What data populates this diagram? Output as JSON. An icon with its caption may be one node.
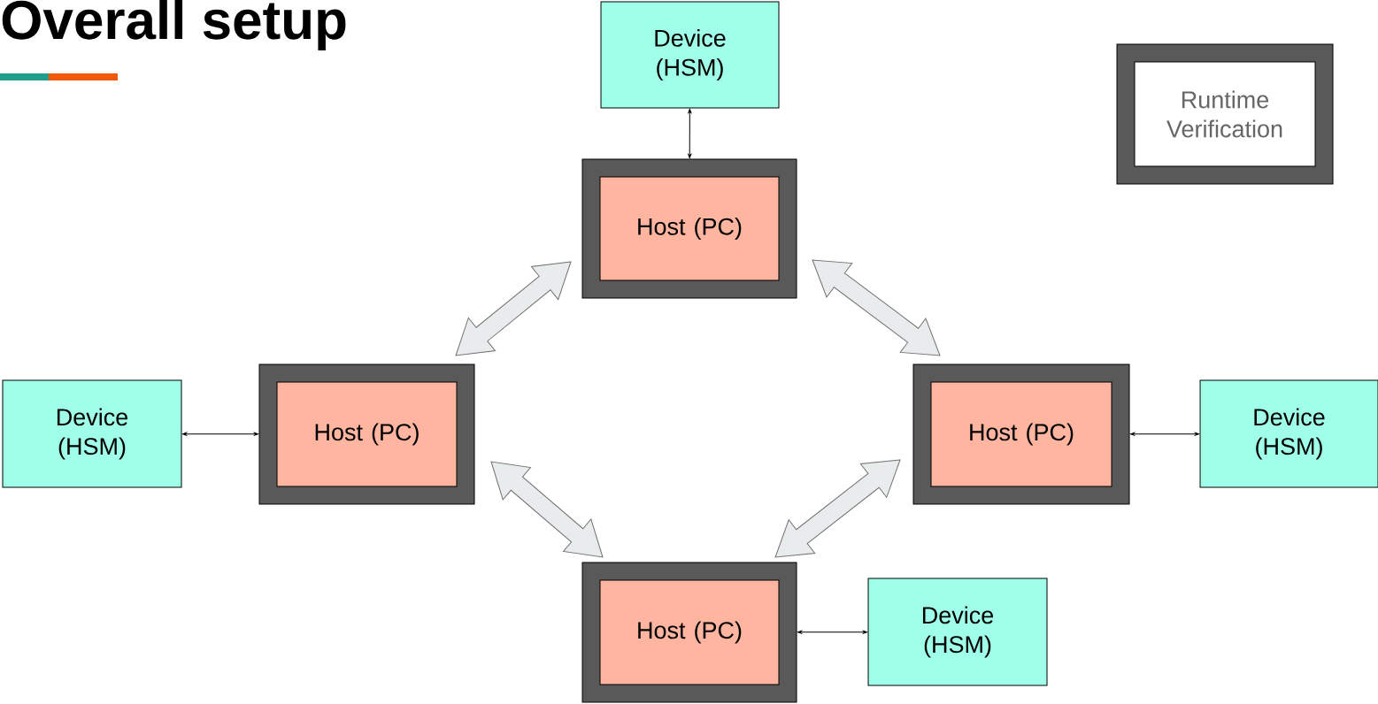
{
  "diagram": {
    "title": "Overall setup",
    "nodes": [
      {
        "text": [
          "Device (HSM)"
        ]
      },
      {
        "text": [
          "Host (PC)"
        ]
      },
      {
        "text": [
          "Runtime Verification"
        ]
      },
      {
        "text": [
          "Device (HSM)"
        ]
      },
      {
        "text": [
          "Host (PC)"
        ]
      },
      {
        "text": [
          "Host (PC)"
        ]
      },
      {
        "text": [
          "Device (HSM)"
        ]
      },
      {
        "text": [
          "Host (PC)"
        ]
      },
      {
        "text": [
          "Device (HSM)"
        ]
      }
    ],
    "edges": [
      {
        "from": 0,
        "to": 1,
        "arrow": "both"
      },
      {
        "from": 1,
        "to": 4,
        "arrow": "both",
        "style": "thick"
      },
      {
        "from": 1,
        "to": 5,
        "arrow": "both",
        "style": "thick"
      },
      {
        "from": 3,
        "to": 4,
        "arrow": "both"
      },
      {
        "from": 5,
        "to": 6,
        "arrow": "both"
      },
      {
        "from": 4,
        "to": 7,
        "arrow": "both",
        "style": "thick"
      },
      {
        "from": 5,
        "to": 7,
        "arrow": "both",
        "style": "thick"
      },
      {
        "from": 7,
        "to": 8,
        "arrow": "both"
      }
    ]
  }
}
